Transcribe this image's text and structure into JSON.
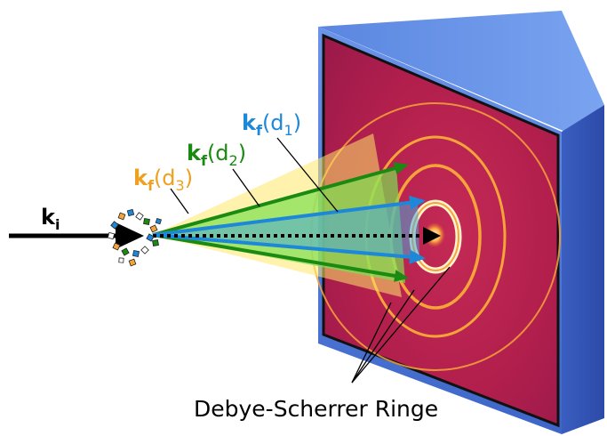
{
  "labels": {
    "k_incident": {
      "k": "k",
      "sub": "i"
    },
    "kf_d1": {
      "k": "k",
      "sub": "f",
      "arg": "(d",
      "argsub": "1",
      "close": ")"
    },
    "kf_d2": {
      "k": "k",
      "sub": "f",
      "arg": "(d",
      "argsub": "2",
      "close": ")"
    },
    "kf_d3": {
      "k": "k",
      "sub": "f",
      "arg": "(d",
      "argsub": "3",
      "close": ")"
    },
    "caption": "Debye-Scherrer Ringe"
  },
  "colors": {
    "beam": "#000000",
    "d1": "#1e88d8",
    "d2": "#1a8a12",
    "d3": "#f0a020",
    "detector_face": "#b21f4d",
    "detector_frame": "#4a74d4",
    "ring": "#f6a33a",
    "ring_hot": "#fff4d0",
    "cone_yellow": "#ffe76a",
    "cone_green": "#7ee050",
    "cone_blue": "#4aa8d8"
  },
  "icons": {
    "sample": "powder-sample-icon",
    "beam_arrow": "incident-beam-arrow-icon"
  }
}
